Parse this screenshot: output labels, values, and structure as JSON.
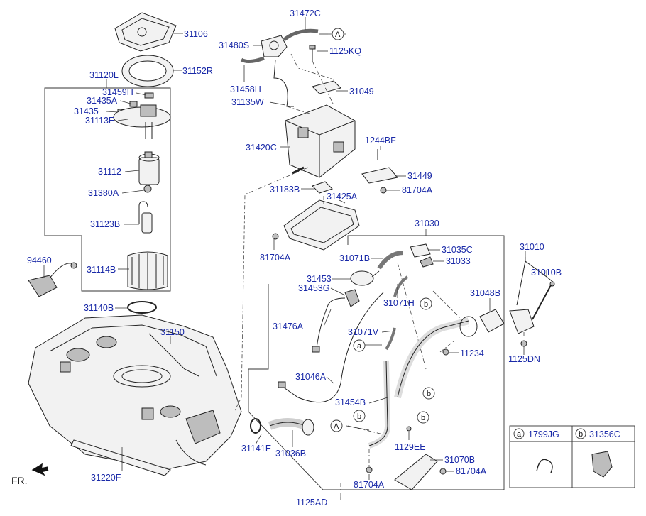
{
  "labels": {
    "p31106": "31106",
    "p31152R": "31152R",
    "p31120L": "31120L",
    "p31459H": "31459H",
    "p31435A": "31435A",
    "p31435": "31435",
    "p31113E": "31113E",
    "p31112": "31112",
    "p31380A": "31380A",
    "p31123B": "31123B",
    "p31114B": "31114B",
    "p94460": "94460",
    "p31140B": "31140B",
    "p31150": "31150",
    "p31220F": "31220F",
    "p31141E": "31141E",
    "p31036B": "31036B",
    "p31472C": "31472C",
    "p31480S": "31480S",
    "p1125KQ": "1125KQ",
    "p31458H": "31458H",
    "p31049": "31049",
    "p31135W": "31135W",
    "p31420C": "31420C",
    "p1244BF": "1244BF",
    "p31449": "31449",
    "p31183B": "31183B",
    "p81704A_1": "81704A",
    "p31425A": "31425A",
    "p81704A_2": "81704A",
    "p31030": "31030",
    "p31071B": "31071B",
    "p31035C": "31035C",
    "p31033": "31033",
    "p31453": "31453",
    "p31453G": "31453G",
    "p31071H": "31071H",
    "p31048B": "31048B",
    "p31476A": "31476A",
    "p31071V": "31071V",
    "p11234": "11234",
    "p31046A": "31046A",
    "p31454B": "31454B",
    "p1129EE": "1129EE",
    "p31070B": "31070B",
    "p81704A_3": "81704A",
    "p81704A_4": "81704A",
    "p1125AD": "1125AD",
    "p31010": "31010",
    "p31010B": "31010B",
    "p1125DN": "1125DN"
  },
  "markers": {
    "a": "a",
    "b": "b",
    "A": "A"
  },
  "legend": {
    "a_code": "1799JG",
    "b_code": "31356C"
  },
  "direction": "FR."
}
